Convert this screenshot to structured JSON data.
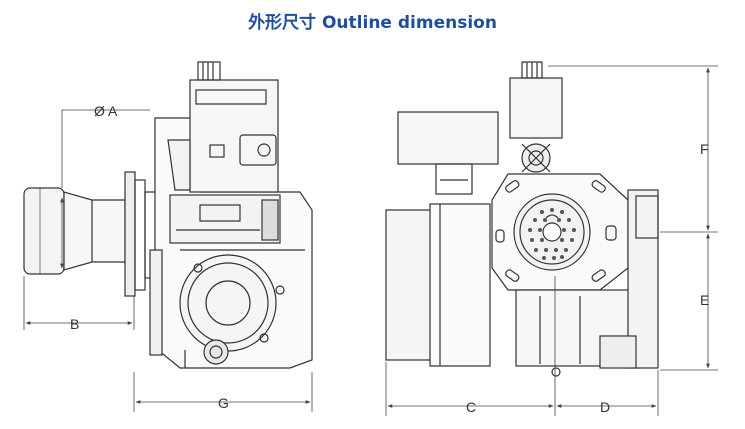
{
  "title": "外形尺寸 Outline dimension",
  "dimensions": {
    "diameter_a": "Ø A",
    "b": "B",
    "g": "G",
    "c": "C",
    "d": "D",
    "e": "E",
    "f": "F"
  }
}
